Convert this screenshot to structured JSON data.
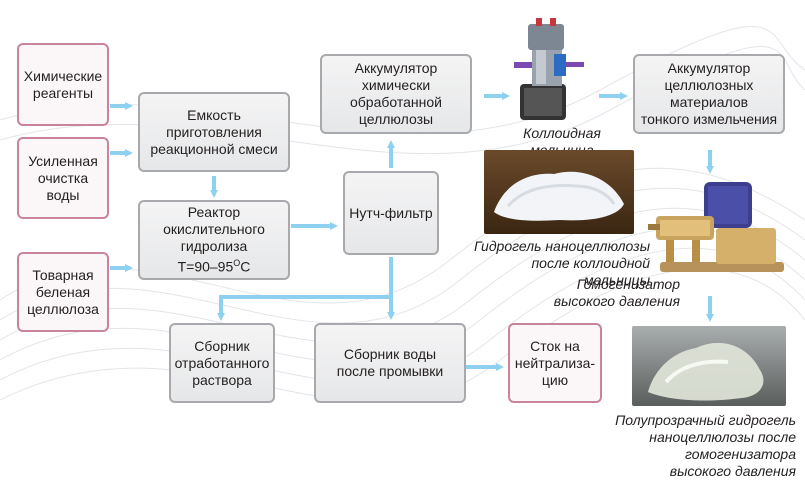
{
  "boxes": {
    "chem_reagents": "Химические\nреагенты",
    "water_purification": "Усиленная\nочистка воды",
    "bleached_cellulose": "Товарная\nбеленая\nцеллюлоза",
    "mixing_tank": "Емкость\nприготовления\nреакционной смеси",
    "reactor_line1": "Реактор\nокислительного\nгидролиза",
    "reactor_temp": "T=90–95",
    "reactor_deg": "O",
    "reactor_unit": "C",
    "nutsch_filter": "Нутч-фильтр",
    "accumulator_treated": "Аккумулятор\nхимически\nобработанной\nцеллюлозы",
    "accumulator_fine": "Аккумулятор\nцеллюлозных\nматериалов\nтонкого измельчения",
    "spent_solution": "Сборник\nотработанного\nраствора",
    "wash_water": "Сборник воды\nпосле промывки",
    "drain": "Сток на\nнейтрализа-\nцию"
  },
  "captions": {
    "colloid_mill": "Коллоидная мельница",
    "hydrogel_after_mill": "Гидрогель наноцеллюлозы\nпосле коллоидной мельницы",
    "homogenizer": "Гомогенизатор\nвысокого давления",
    "translucent_hydrogel": "Полупрозрачный гидрогель\nнаноцеллюлозы после гомогенизатора\nвысокого давления"
  },
  "colors": {
    "arrow": "#8ed0ef",
    "gray_border": "#a7a9ac",
    "pink_border": "#c9849a"
  }
}
